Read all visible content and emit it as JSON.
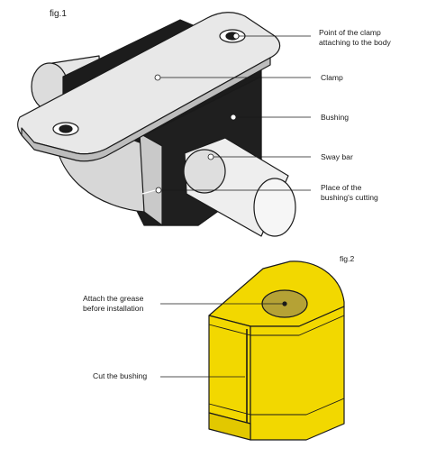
{
  "fig1": {
    "title": "fig.1",
    "labels": {
      "point_clamp": [
        "Point of the clamp",
        "attaching to the body"
      ],
      "clamp": "Clamp",
      "bushing": "Bushing",
      "sway_bar": "Sway bar",
      "cut_place": [
        "Place of the",
        "bushing's cutting"
      ]
    }
  },
  "fig2": {
    "title": "fig.2",
    "labels": {
      "grease": [
        "Attach the grease",
        "before installation"
      ],
      "cut_bushing": "Cut the bushing"
    }
  },
  "colors": {
    "bushing_yellow": "#f2d800",
    "grease_olive": "#b5a235",
    "outline": "#1a1a1a",
    "metal_light": "#e4e4e4",
    "metal_dark": "#1c1c1c"
  }
}
